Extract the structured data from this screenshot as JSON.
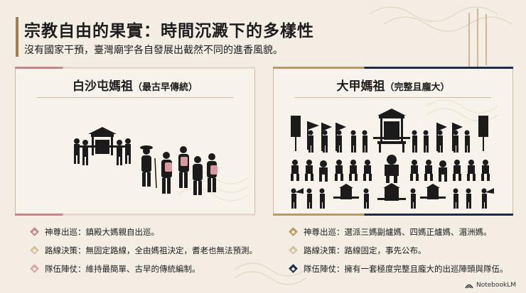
{
  "header": {
    "title": "宗教自由的果實：時間沉澱下的多樣性",
    "subtitle": "沒有國家干預，臺灣廟宇各自發展出截然不同的進香風貌。"
  },
  "panels": {
    "left": {
      "title": "白沙屯媽祖",
      "subtitle": "（最古早傳統）"
    },
    "right": {
      "title": "大甲媽祖",
      "subtitle": "（完整且龐大）"
    }
  },
  "features_left": [
    {
      "label": "神尊出巡",
      "sep": "：",
      "text": "鎮殿大媽親自出巡。"
    },
    {
      "label": "路線決策",
      "sep": "：",
      "text": "無固定路線，全由媽祖決定，耆老也無法預測。"
    },
    {
      "label": "隊伍陣仗",
      "sep": "：",
      "text": "維持最簡單、古早的傳統編制。"
    }
  ],
  "features_right": [
    {
      "label": "神尊出巡",
      "sep": "：",
      "text": "選派三媽副爐媽、四媽正爐媽、湄洲媽。"
    },
    {
      "label": "路線決策",
      "sep": "：",
      "text": "路線固定，事先公布。"
    },
    {
      "label": "隊伍陣仗",
      "sep": "：",
      "text": "擁有一套極度完整且龐大的出巡陣頭與隊伍。"
    }
  ],
  "brand": {
    "name": "NotebookLM",
    "icon": "notebooklm-logo-icon"
  },
  "colors": {
    "accent_pink": "#c7868d",
    "accent_gold": "#b99a64",
    "accent_navy": "#1e2c4c",
    "silhouette": "#1b1b1b",
    "bag_pink": "#d89a9e"
  }
}
